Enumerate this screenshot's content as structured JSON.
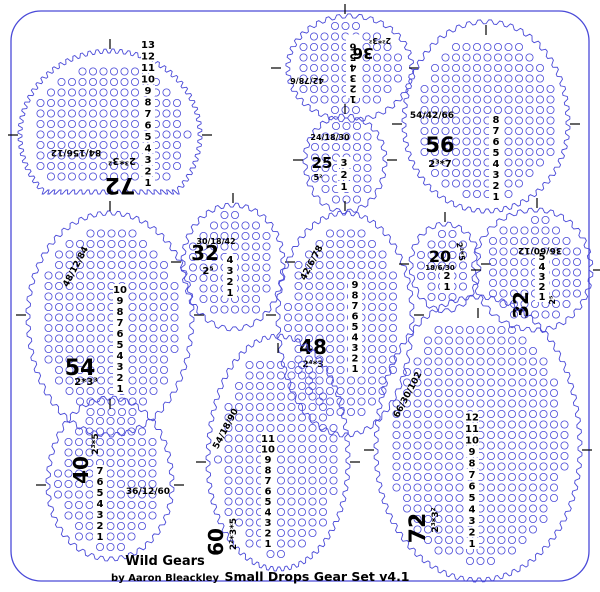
{
  "sheet": {
    "title": "Small Drops Gear Set v4.1",
    "brand": "Wild Gears",
    "author": "by Aaron Bleackley",
    "colors": {
      "outline": "#4a4ad8",
      "ink": "#000000",
      "paper": "#ffffff"
    }
  },
  "gears": [
    {
      "id": "g72a",
      "teeth": "72",
      "factor": "2³*3²",
      "ratio": "84/156/12",
      "rows": [
        "1",
        "2",
        "3",
        "4",
        "5",
        "6",
        "7",
        "8",
        "9",
        "10",
        "11",
        "12",
        "13"
      ]
    },
    {
      "id": "g36",
      "teeth": "36",
      "factor": "2²*3²",
      "ratio": "42/78/6",
      "rows": [
        "1",
        "2",
        "3",
        "4",
        "5",
        "6"
      ]
    },
    {
      "id": "g56",
      "teeth": "56",
      "factor": "2³*7",
      "ratio": "54/42/66",
      "rows": [
        "1",
        "2",
        "3",
        "4",
        "5",
        "6",
        "7",
        "8"
      ]
    },
    {
      "id": "g25",
      "teeth": "25",
      "factor": "5²",
      "ratio": "24/18/30",
      "rows": [
        "1",
        "2",
        "3"
      ]
    },
    {
      "id": "g54",
      "teeth": "54",
      "factor": "2*3³",
      "ratio": "48/12/84",
      "rows": [
        "1",
        "2",
        "3",
        "4",
        "5",
        "6",
        "7",
        "8",
        "9",
        "10"
      ]
    },
    {
      "id": "g32a",
      "teeth": "32",
      "factor": "2⁵",
      "ratio": "30/18/42",
      "rows": [
        "1",
        "2",
        "3",
        "4"
      ]
    },
    {
      "id": "g48",
      "teeth": "48",
      "factor": "2⁴*3",
      "ratio": "42/6/78",
      "rows": [
        "1",
        "2",
        "3",
        "4",
        "5",
        "6",
        "7",
        "8",
        "9"
      ]
    },
    {
      "id": "g20",
      "teeth": "20",
      "factor": "2²*5",
      "ratio": "18/6/30",
      "rows": [
        "1",
        "2"
      ]
    },
    {
      "id": "g32b",
      "teeth": "32",
      "factor": "2⁵",
      "ratio": "36/60/12",
      "rows": [
        "1",
        "2",
        "3",
        "4",
        "5"
      ]
    },
    {
      "id": "g40",
      "teeth": "40",
      "factor": "2³*5",
      "ratio": "36/12/60",
      "rows": [
        "1",
        "2",
        "3",
        "4",
        "5",
        "6",
        "7"
      ]
    },
    {
      "id": "g60",
      "teeth": "60",
      "factor": "2²*3*5",
      "ratio": "54/18/90",
      "rows": [
        "1",
        "2",
        "3",
        "4",
        "5",
        "6",
        "7",
        "8",
        "9",
        "10",
        "11"
      ]
    },
    {
      "id": "g72b",
      "teeth": "72",
      "factor": "2³*3²",
      "ratio": "66/30/102",
      "rows": [
        "1",
        "2",
        "3",
        "4",
        "5",
        "6",
        "7",
        "8",
        "9",
        "10",
        "11",
        "12"
      ]
    }
  ]
}
